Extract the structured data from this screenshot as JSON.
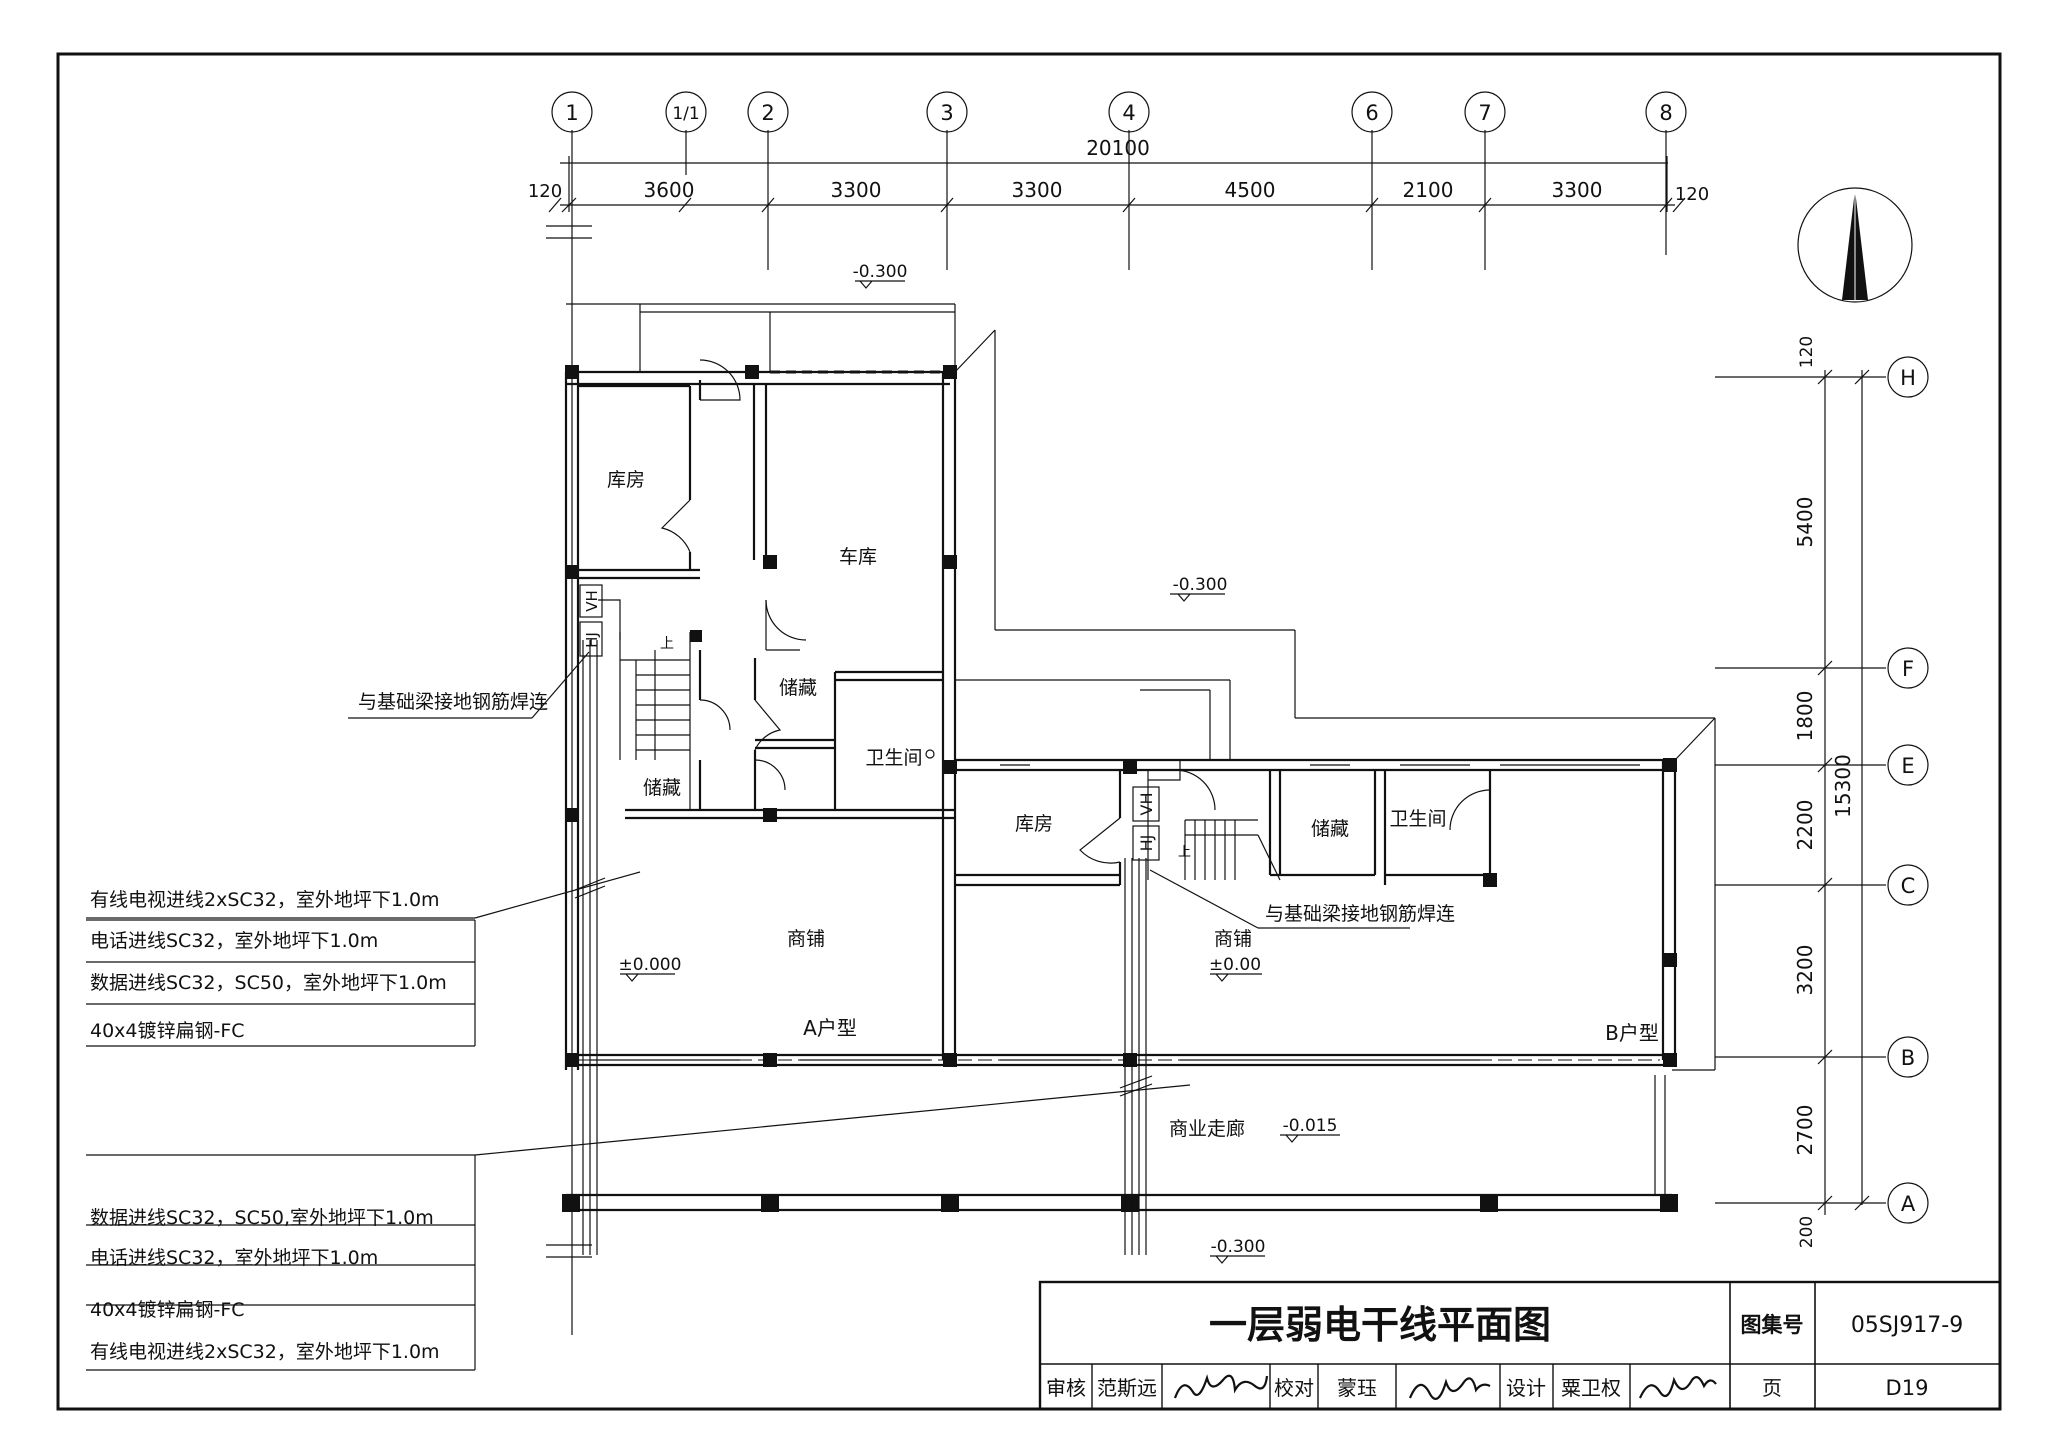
{
  "drawing": {
    "total_dimension": "20100",
    "grid_x": [
      {
        "label": "1"
      },
      {
        "label": "1/1"
      },
      {
        "label": "2"
      },
      {
        "label": "3"
      },
      {
        "label": "4"
      },
      {
        "label": "6"
      },
      {
        "label": "7"
      },
      {
        "label": "8"
      }
    ],
    "x_spans": [
      "120",
      "3600",
      "3300",
      "3300",
      "4500",
      "2100",
      "3300",
      "120"
    ],
    "grid_y": [
      {
        "label": "H"
      },
      {
        "label": "F"
      },
      {
        "label": "E"
      },
      {
        "label": "C"
      },
      {
        "label": "B"
      },
      {
        "label": "A"
      }
    ],
    "y_spans": [
      "120",
      "5400",
      "1800",
      "2200",
      "3200",
      "2700",
      "200"
    ],
    "y_total": "15300",
    "elevations": {
      "top": "-0.300",
      "yard": "-0.300",
      "shop_a": "±0.000",
      "shop_b": "±0.00",
      "corridor": "-0.015",
      "bottom": "-0.300"
    },
    "rooms": {
      "storage_a": "库房",
      "garage": "车库",
      "store_1": "储藏",
      "store_2": "储藏",
      "toilet_a": "卫生间",
      "shop_a": "商铺",
      "type_a": "A户型",
      "storage_b": "库房",
      "store_b": "储藏",
      "toilet_b": "卫生间",
      "shop_b": "商铺",
      "type_b": "B户型",
      "corridor": "商业走廊"
    },
    "box_labels": {
      "a_hj": "HJ",
      "a_vh": "VH",
      "b_vh": "VH",
      "b_hj": "HJ"
    },
    "stair_up": "上",
    "annotations": {
      "weld_a": "与基础梁接地钢筋焊连",
      "weld_b": "与基础梁接地钢筋焊连",
      "group_a": [
        "有线电视进线2xSC32，室外地坪下1.0m",
        "电话进线SC32，室外地坪下1.0m",
        "数据进线SC32，SC50，室外地坪下1.0m",
        "40x4镀锌扁钢-FC"
      ],
      "group_b": [
        "数据进线SC32，SC50,室外地坪下1.0m",
        "电话进线SC32，室外地坪下1.0m",
        "40x4镀锌扁钢-FC",
        "有线电视进线2xSC32，室外地坪下1.0m"
      ]
    }
  },
  "title_block": {
    "title": "一层弱电干线平面图",
    "atlas_label": "图集号",
    "atlas_no": "05SJ917-9",
    "review_label": "审核",
    "reviewer": "范斯远",
    "check_label": "校对",
    "checker": "蒙珏",
    "design_label": "设计",
    "designer": "粟卫权",
    "page_label": "页",
    "page_no": "D19"
  }
}
